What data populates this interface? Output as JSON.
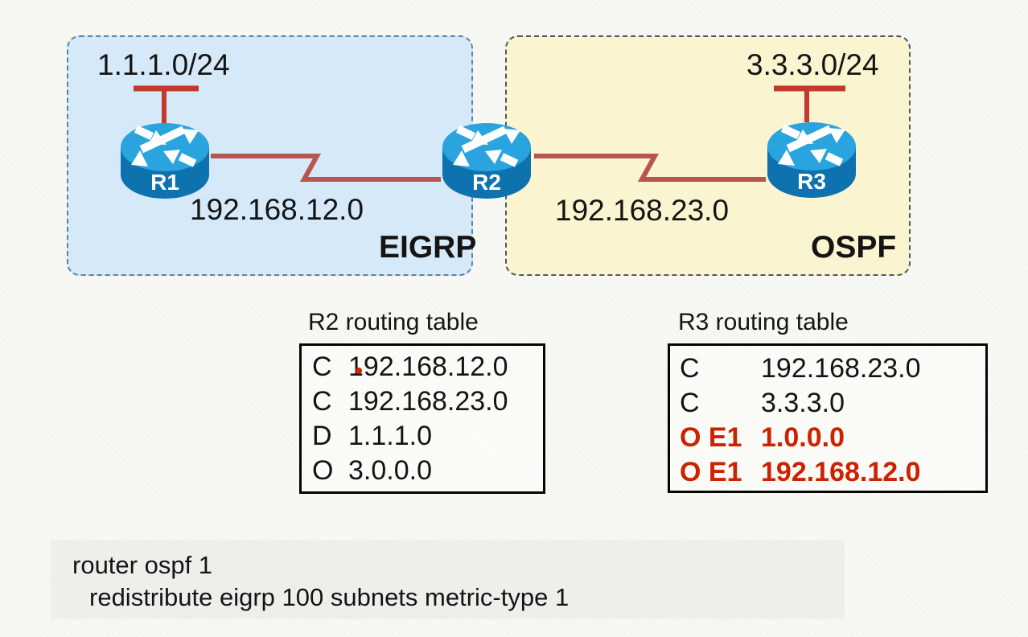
{
  "colors": {
    "eigrp_fill": "#d6e9f9",
    "eigrp_border": "#5585ad",
    "ospf_fill": "#fbf4d0",
    "ospf_border": "#4d5866",
    "link_red": "#b8554e",
    "stub_red": "#c5392b",
    "router_top_blue": "#2aa4de",
    "router_body_blue": "#0e72ae",
    "route_highlight_red": "#cc2200"
  },
  "diagram": {
    "regions": [
      {
        "label": "EIGRP"
      },
      {
        "label": "OSPF"
      }
    ],
    "routers": [
      {
        "name": "R1"
      },
      {
        "name": "R2"
      },
      {
        "name": "R3"
      }
    ],
    "lans": [
      {
        "subnet": "1.1.1.0/24",
        "attached_to": "R1"
      },
      {
        "subnet": "3.3.3.0/24",
        "attached_to": "R3"
      }
    ],
    "links": [
      {
        "subnet": "192.168.12.0",
        "between": "R1-R2"
      },
      {
        "subnet": "192.168.23.0",
        "between": "R2-R3"
      }
    ]
  },
  "tables": [
    {
      "title": "R2 routing table",
      "rows": [
        {
          "code": "C",
          "prefix": "192.168.12.0",
          "highlight": false
        },
        {
          "code": "C",
          "prefix": "192.168.23.0",
          "highlight": false
        },
        {
          "code": "D",
          "prefix": "1.1.1.0",
          "highlight": false
        },
        {
          "code": "O",
          "prefix": "3.0.0.0",
          "highlight": false
        }
      ]
    },
    {
      "title": "R3 routing table",
      "rows": [
        {
          "code": "C",
          "prefix": "192.168.23.0",
          "highlight": false
        },
        {
          "code": "C",
          "prefix": "3.3.3.0",
          "highlight": false
        },
        {
          "code": "O E1",
          "prefix": "1.0.0.0",
          "highlight": true
        },
        {
          "code": "O E1",
          "prefix": "192.168.12.0",
          "highlight": true
        }
      ]
    }
  ],
  "config": {
    "lines": [
      "router ospf 1",
      "redistribute eigrp 100 subnets metric-type 1"
    ]
  }
}
